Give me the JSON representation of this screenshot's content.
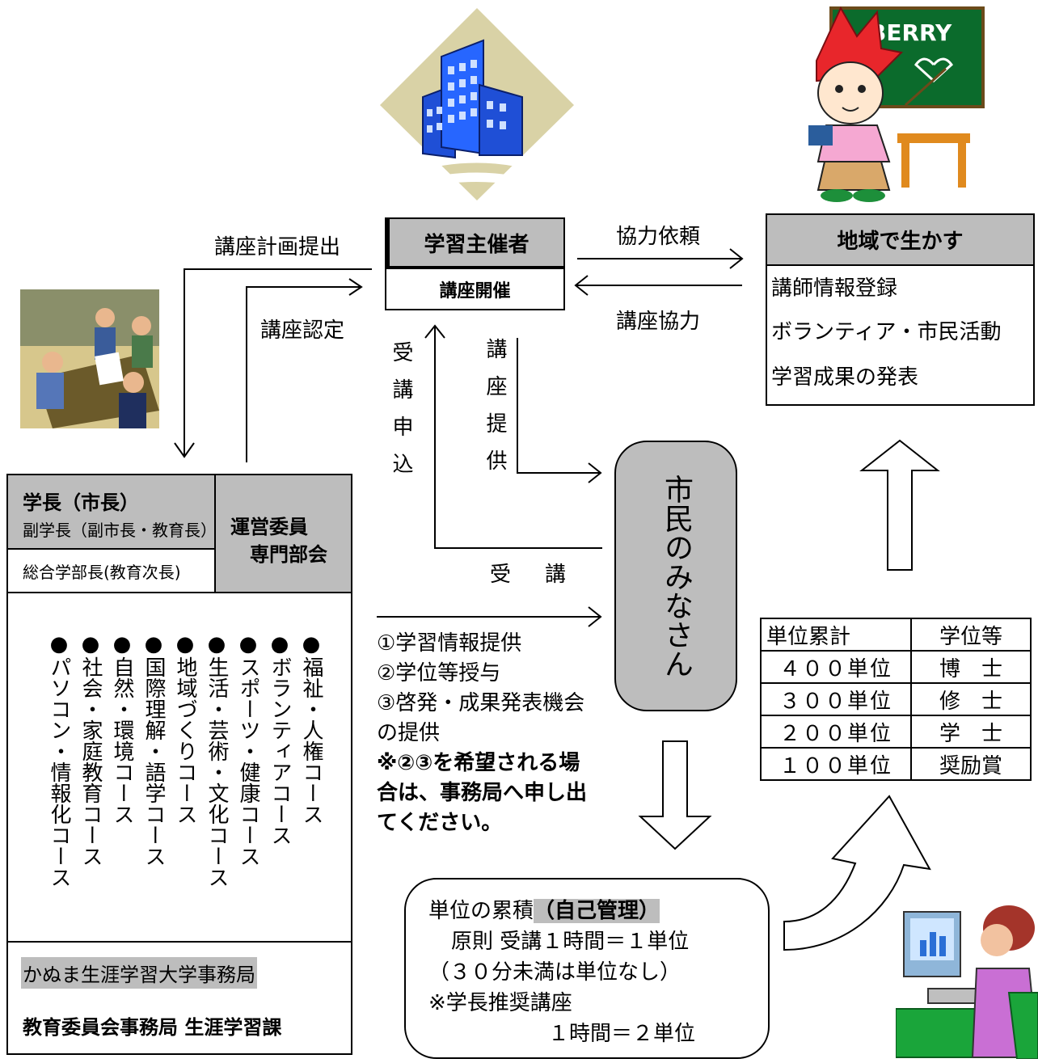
{
  "organizer": {
    "title": "学習主催者",
    "sub": "講座開催"
  },
  "community": {
    "title": "地域で生かす",
    "items": [
      "講師情報登録",
      "ボランティア・市民活動",
      "学習成果の発表"
    ]
  },
  "flows": {
    "plan_submit": "講座計画提出",
    "approval": "講座認定",
    "coop_request": "協力依頼",
    "coop": "講座協力",
    "apply": "受講申込",
    "provide": "講座提供",
    "attend": "受　講"
  },
  "citizens": "市民のみなさん",
  "leadership": {
    "president": "学長（市長）",
    "vice": "副学長（副市長・教育長）",
    "dean": "総合学部長(教育次長)",
    "committee_1": "運営委員",
    "committee_2": "専門部会"
  },
  "courses": [
    "●福祉・人権コース",
    "●ボランティアコース",
    "●スポーツ・健康コース",
    "●生活・芸術・文化コース",
    "●地域づくりコース",
    "●国際理解・語学コース",
    "●自然・環境コース",
    "●社会・家庭教育コース",
    "●パソコン・情報化コース"
  ],
  "office": {
    "name": "かぬま生涯学習大学事務局",
    "dept": "教育委員会事務局 生涯学習課"
  },
  "services": {
    "items": [
      "①学習情報提供",
      "②学位等授与",
      "③啓発・成果発表機会の提供"
    ],
    "note": "※②③を希望される場合は、事務局へ申し出てください。"
  },
  "credits": {
    "title": "単位の累積",
    "title_hl": "（自己管理）",
    "rule": "原則 受講１時間＝１単位",
    "rule_note": "（３０分未満は単位なし）",
    "special": "※学長推奨講座",
    "special_rule": "１時間＝２単位"
  },
  "degree_table": {
    "headers": [
      "単位累計",
      "学位等"
    ],
    "rows": [
      [
        "４００単位",
        "博　士"
      ],
      [
        "３００単位",
        "修　士"
      ],
      [
        "２００単位",
        "学　士"
      ],
      [
        "１００単位",
        "奨励賞"
      ]
    ]
  },
  "illustration": {
    "sign_text": "BERRY"
  }
}
